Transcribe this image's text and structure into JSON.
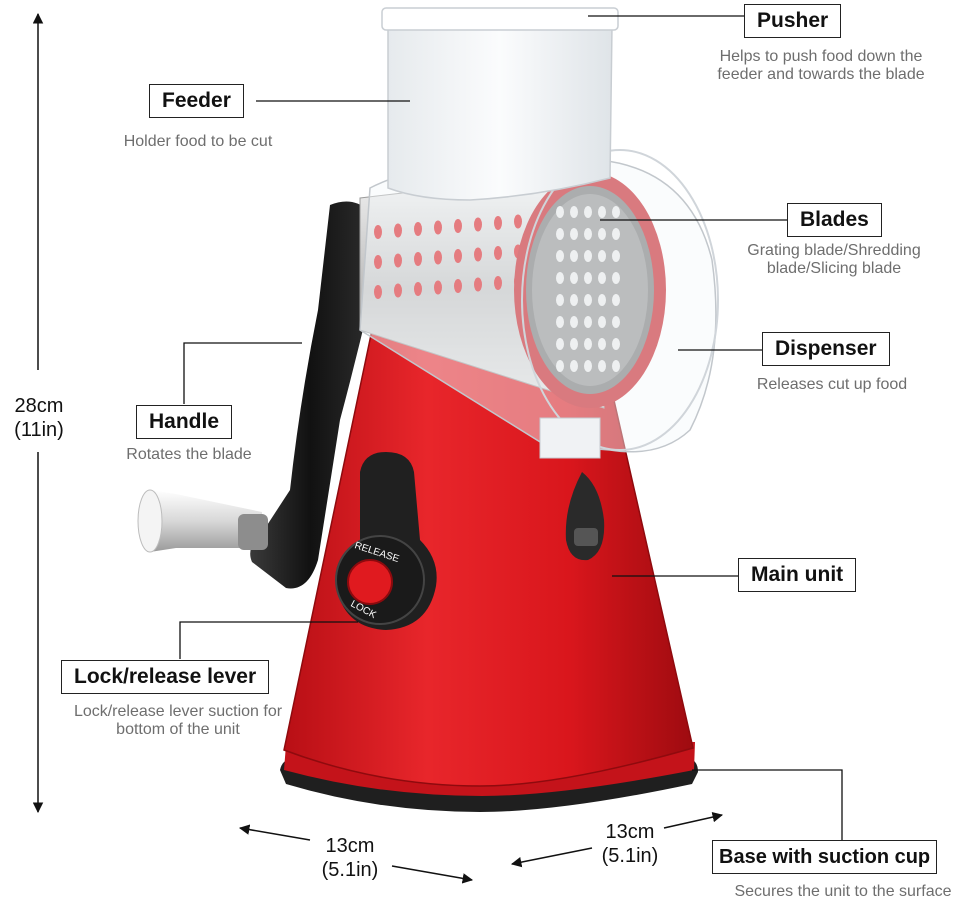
{
  "colors": {
    "body_red": "#d9161c",
    "dark_red": "#a30d12",
    "handle_black": "#1e1e1e",
    "steel": "#c9c9c9",
    "clear_plastic": "#eef1f3"
  },
  "callouts": {
    "pusher": {
      "label": "Pusher",
      "desc": [
        "Helps to push food down the",
        "feeder and towards the blade"
      ]
    },
    "feeder": {
      "label": "Feeder",
      "desc": [
        "Holder food to be cut"
      ]
    },
    "blades": {
      "label": "Blades",
      "desc": [
        "Grating blade/Shredding",
        "blade/Slicing blade"
      ]
    },
    "dispenser": {
      "label": "Dispenser",
      "desc": [
        "Releases cut up food"
      ]
    },
    "handle": {
      "label": "Handle",
      "desc": [
        "Rotates the blade"
      ]
    },
    "main_unit": {
      "label": "Main unit",
      "desc": []
    },
    "lock": {
      "label": "Lock/release lever",
      "desc": [
        "Lock/release lever suction for",
        "bottom of the unit"
      ]
    },
    "base": {
      "label": "Base with suction cup",
      "desc": [
        "Secures the unit to the surface"
      ]
    }
  },
  "lever_marks": {
    "release": "RELEASE",
    "lock": "LOCK"
  },
  "dimensions": {
    "height": [
      "28cm",
      "(11in)"
    ],
    "width_left": [
      "13cm",
      "(5.1in)"
    ],
    "width_right": [
      "13cm",
      "(5.1in)"
    ]
  }
}
